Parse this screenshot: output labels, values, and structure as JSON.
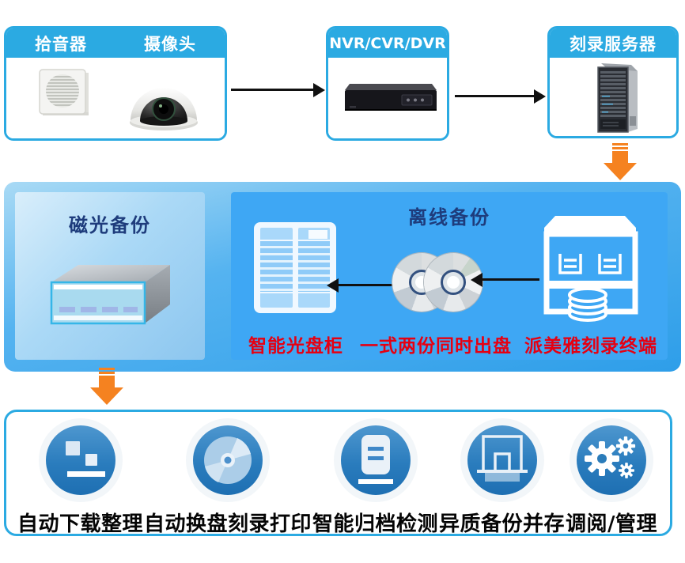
{
  "top_row": {
    "source_box": {
      "labels": [
        "拾音器",
        "摄像头"
      ],
      "images": [
        "speaker",
        "dome-camera"
      ]
    },
    "recorder_box": {
      "label": "NVR/CVR/DVR"
    },
    "burn_server_box": {
      "label": "刻录服务器"
    }
  },
  "middle_panel": {
    "magneto_optical": {
      "title": "磁光备份"
    },
    "offline_backup": {
      "title": "离线备份",
      "captions": [
        "智能光盘柜",
        "一式两份同时出盘",
        "派美雅刻录终端"
      ]
    }
  },
  "bottom_features": [
    {
      "label": "自动下载整理",
      "icon": "organize-icon"
    },
    {
      "label": "自动换盘刻录打印",
      "icon": "disc-burn-icon"
    },
    {
      "label": "智能归档检测",
      "icon": "archive-check-icon"
    },
    {
      "label": "异质备份并存",
      "icon": "hetero-backup-icon"
    },
    {
      "label": "调阅/管理",
      "icon": "gears-icon"
    }
  ],
  "colors": {
    "accent_blue": "#2BAAE2",
    "panel_blue_light": "#A9DAF5",
    "panel_blue_deep": "#2E9EE9",
    "inner_right_blue": "#3EA7F4",
    "title_navy": "#1E3C7C",
    "caption_red": "#E60012",
    "arrow_orange": "#F58220",
    "icon_circle_top": "#4E97CF",
    "icon_circle_bottom": "#1E6FB2"
  }
}
